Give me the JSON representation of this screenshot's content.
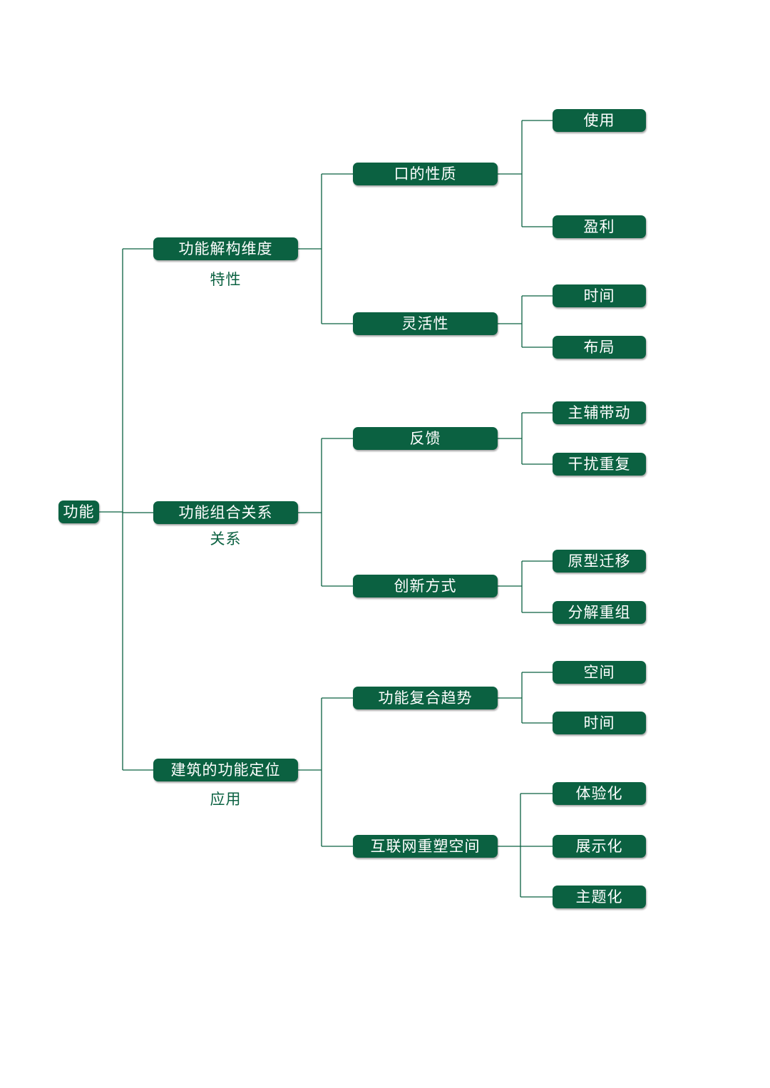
{
  "colors": {
    "node_fill": "#0b6141",
    "node_text": "#ffffff",
    "line": "#0b6141",
    "sub_text": "#0b6141"
  },
  "root": {
    "label": "功能"
  },
  "branches": [
    {
      "label": "功能解构维度",
      "sub": "特性",
      "children": [
        {
          "label": "口的性质",
          "children": [
            "使用",
            "盈利"
          ]
        },
        {
          "label": "灵活性",
          "children": [
            "时间",
            "布局"
          ]
        }
      ]
    },
    {
      "label": "功能组合关系",
      "sub": "关系",
      "children": [
        {
          "label": "反馈",
          "children": [
            "主辅带动",
            "干扰重复"
          ]
        },
        {
          "label": "创新方式",
          "children": [
            "原型迁移",
            "分解重组"
          ]
        }
      ]
    },
    {
      "label": "建筑的功能定位",
      "sub": "应用",
      "children": [
        {
          "label": "功能复合趋势",
          "children": [
            "空间",
            "时间"
          ]
        },
        {
          "label": "互联网重塑空间",
          "children": [
            "体验化",
            "展示化",
            "主题化"
          ]
        }
      ]
    }
  ]
}
